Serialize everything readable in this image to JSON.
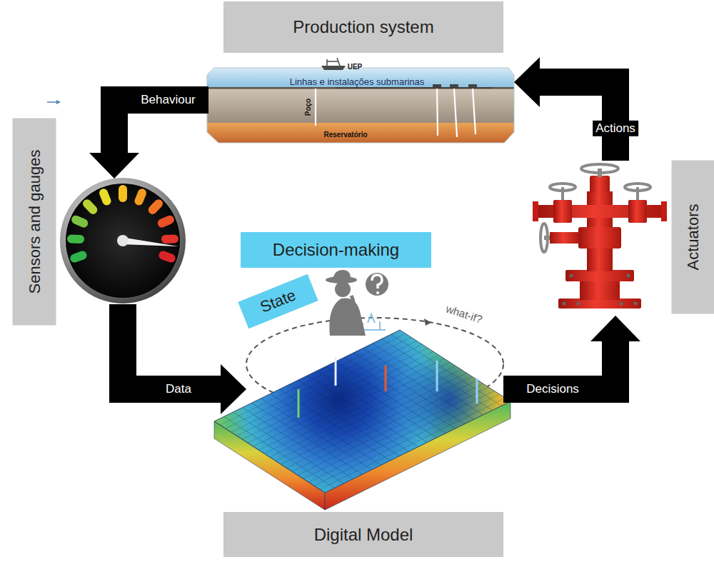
{
  "diagram": {
    "nodes": [
      {
        "text": [
          "Production system"
        ]
      },
      {
        "text": [
          "Sensors and gauges"
        ]
      },
      {
        "text": [
          "Decision-making"
        ]
      },
      {
        "text": [
          "State"
        ]
      },
      {
        "text": [
          "Actuators"
        ]
      },
      {
        "text": [
          "Digital Model"
        ]
      }
    ],
    "edges": [
      {
        "from": 0,
        "to": 1,
        "arrow": "to",
        "label": "Behaviour"
      },
      {
        "from": 1,
        "to": 5,
        "arrow": "to",
        "label": "Data"
      },
      {
        "from": 5,
        "to": 4,
        "arrow": "to",
        "label": "Decisions"
      },
      {
        "from": 4,
        "to": 0,
        "arrow": "to",
        "label": "Actions"
      }
    ],
    "labels": [
      "UEP",
      "Linhas e instalações submarinas",
      "Poço",
      "Reservatório",
      "what-if?"
    ]
  }
}
